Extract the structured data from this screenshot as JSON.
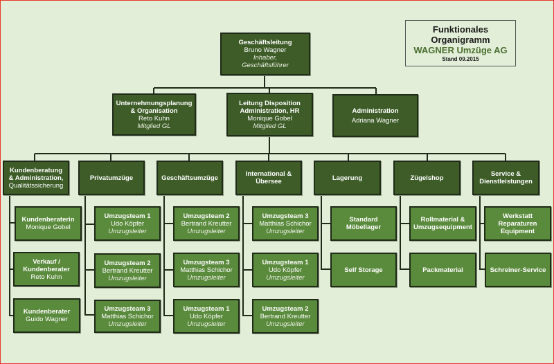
{
  "title": {
    "line1": "Funktionales",
    "line2": "Organigramm",
    "company": "WAGNER Umzüge AG",
    "date": "Stand 09.2015",
    "company_color": "#4b6e2f"
  },
  "colors": {
    "background": "#e2eed8",
    "box_dark": "#3d5c27",
    "box_light": "#5a8a3c",
    "connector": "#1f2a18"
  },
  "ceo": {
    "title": "Geschäftsleitung",
    "name": "Bruno Wagner",
    "role1": "Inhaber,",
    "role2": "Geschäftsführer"
  },
  "level2": [
    {
      "title1": "Unternehmungsplanung",
      "title2": "& Organisation",
      "name": "Reto Kuhn",
      "role": "Mitglied GL"
    },
    {
      "title1": "Leitung Disposition",
      "title2": "Administration, HR",
      "name": "Monique Gobel",
      "role": "Mitglied GL"
    },
    {
      "title1": "Administration",
      "name": "Adriana Wagner"
    }
  ],
  "departments": [
    {
      "title1": "Kundenberatung",
      "title2": "& Administration,",
      "title3": "Qualitätssicherung",
      "children": [
        {
          "l1": "Kundenberaterin",
          "l2": "Monique Gobel"
        },
        {
          "l1": "Verkauf /",
          "l2": "Kundenberater",
          "l3": "Reto Kuhn"
        },
        {
          "l1": "Kundenberater",
          "l2": "Guido Wagner"
        }
      ]
    },
    {
      "title1": "Privatumzüge",
      "children": [
        {
          "l1": "Umzugsteam 1",
          "l2": "Udo Köpfer",
          "role": "Umzugsleiter"
        },
        {
          "l1": "Umzugsteam 2",
          "l2": "Bertrand Kreutter",
          "role": "Umzugsleiter"
        },
        {
          "l1": "Umzugsteam 3",
          "l2": "Matthias Schichor",
          "role": "Umzugsleiter"
        }
      ]
    },
    {
      "title1": "Geschäftsumzüge",
      "children": [
        {
          "l1": "Umzugsteam 2",
          "l2": "Bertrand Kreutter",
          "role": "Umzugsleiter"
        },
        {
          "l1": "Umzugsteam 3",
          "l2": "Matthias Schichor",
          "role": "Umzugsleiter"
        },
        {
          "l1": "Umzugsteam 1",
          "l2": "Udo Köpfer",
          "role": "Umzugsleiter"
        }
      ]
    },
    {
      "title1": "International &",
      "title2": "Übersee",
      "children": [
        {
          "l1": "Umzugsteam 3",
          "l2": "Matthias Schichor",
          "role": "Umzugsleiter"
        },
        {
          "l1": "Umzugsteam 1",
          "l2": "Udo Köpfer",
          "role": "Umzugsleiter"
        },
        {
          "l1": "Umzugsteam 2",
          "l2": "Bertrand Kreutter",
          "role": "Umzugsleiter"
        }
      ]
    },
    {
      "title1": "Lagerung",
      "children": [
        {
          "l1": "Standard",
          "l2": "Möbellager"
        },
        {
          "l1": "Self Storage"
        }
      ]
    },
    {
      "title1": "Zügelshop",
      "children": [
        {
          "l1": "Rollmaterial &",
          "l2": "Umzugsequipment"
        },
        {
          "l1": "Packmaterial"
        }
      ]
    },
    {
      "title1": "Service &",
      "title2": "Dienstleistungen",
      "children": [
        {
          "l1": "Werkstatt",
          "l2": "Reparaturen",
          "l3": "Equipment"
        },
        {
          "l1": "Schreiner-Service"
        }
      ]
    }
  ]
}
